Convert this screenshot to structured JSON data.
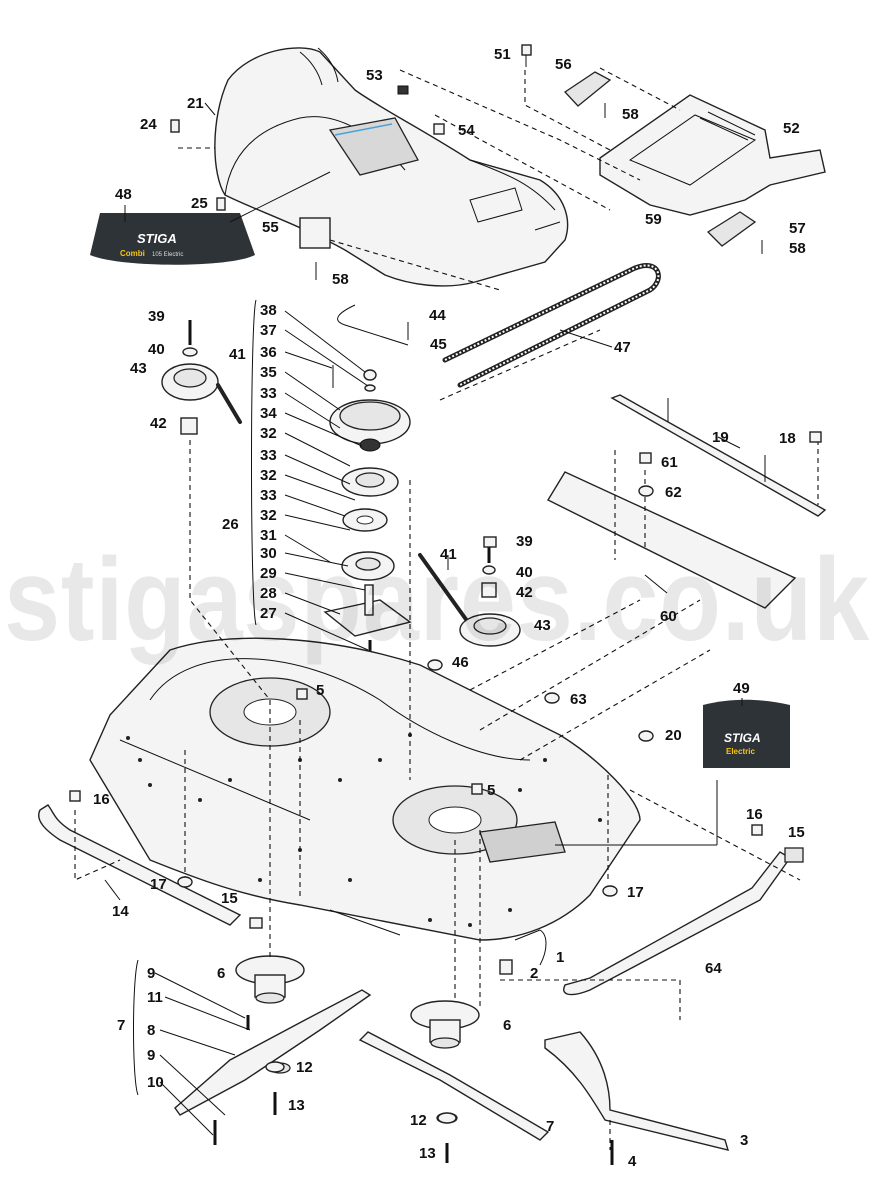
{
  "watermark": "stigaspares.co.uk",
  "decals": {
    "d48": {
      "brand": "STIGA",
      "model": "Combi",
      "variant": "105 Electric"
    },
    "d49": {
      "brand": "STIGA",
      "variant": "Electric"
    }
  },
  "callouts": {
    "c1": "1",
    "c2": "2",
    "c3": "3",
    "c4": "4",
    "c5a": "5",
    "c5b": "5",
    "c6a": "6",
    "c6b": "6",
    "c7a": "7",
    "c7b": "7",
    "c8": "8",
    "c9a": "9",
    "c9b": "9",
    "c10": "10",
    "c11": "11",
    "c12a": "12",
    "c12b": "12",
    "c13a": "13",
    "c13b": "13",
    "c14": "14",
    "c15a": "15",
    "c15b": "15",
    "c16a": "16",
    "c16b": "16",
    "c17a": "17",
    "c17b": "17",
    "c18": "18",
    "c19": "19",
    "c20": "20",
    "c21": "21",
    "c24": "24",
    "c25": "25",
    "c26": "26",
    "c27": "27",
    "c28": "28",
    "c29": "29",
    "c30": "30",
    "c31": "31",
    "c32a": "32",
    "c32b": "32",
    "c32c": "32",
    "c33a": "33",
    "c33b": "33",
    "c33c": "33",
    "c34": "34",
    "c35": "35",
    "c36": "36",
    "c37": "37",
    "c38": "38",
    "c39a": "39",
    "c39b": "39",
    "c40a": "40",
    "c40b": "40",
    "c41a": "41",
    "c41b": "41",
    "c42a": "42",
    "c42b": "42",
    "c43a": "43",
    "c43b": "43",
    "c44": "44",
    "c45": "45",
    "c46": "46",
    "c47": "47",
    "c48": "48",
    "c49": "49",
    "c51": "51",
    "c52": "52",
    "c53": "53",
    "c54": "54",
    "c55": "55",
    "c56": "56",
    "c57": "57",
    "c58a": "58",
    "c58b": "58",
    "c58c": "58",
    "c59": "59",
    "c60": "60",
    "c61": "61",
    "c62": "62",
    "c63": "63",
    "c64": "64"
  },
  "colors": {
    "line": "#222222",
    "decal": "#2e3338",
    "decal_accent": "#f5c518",
    "watermark": "#000000"
  }
}
